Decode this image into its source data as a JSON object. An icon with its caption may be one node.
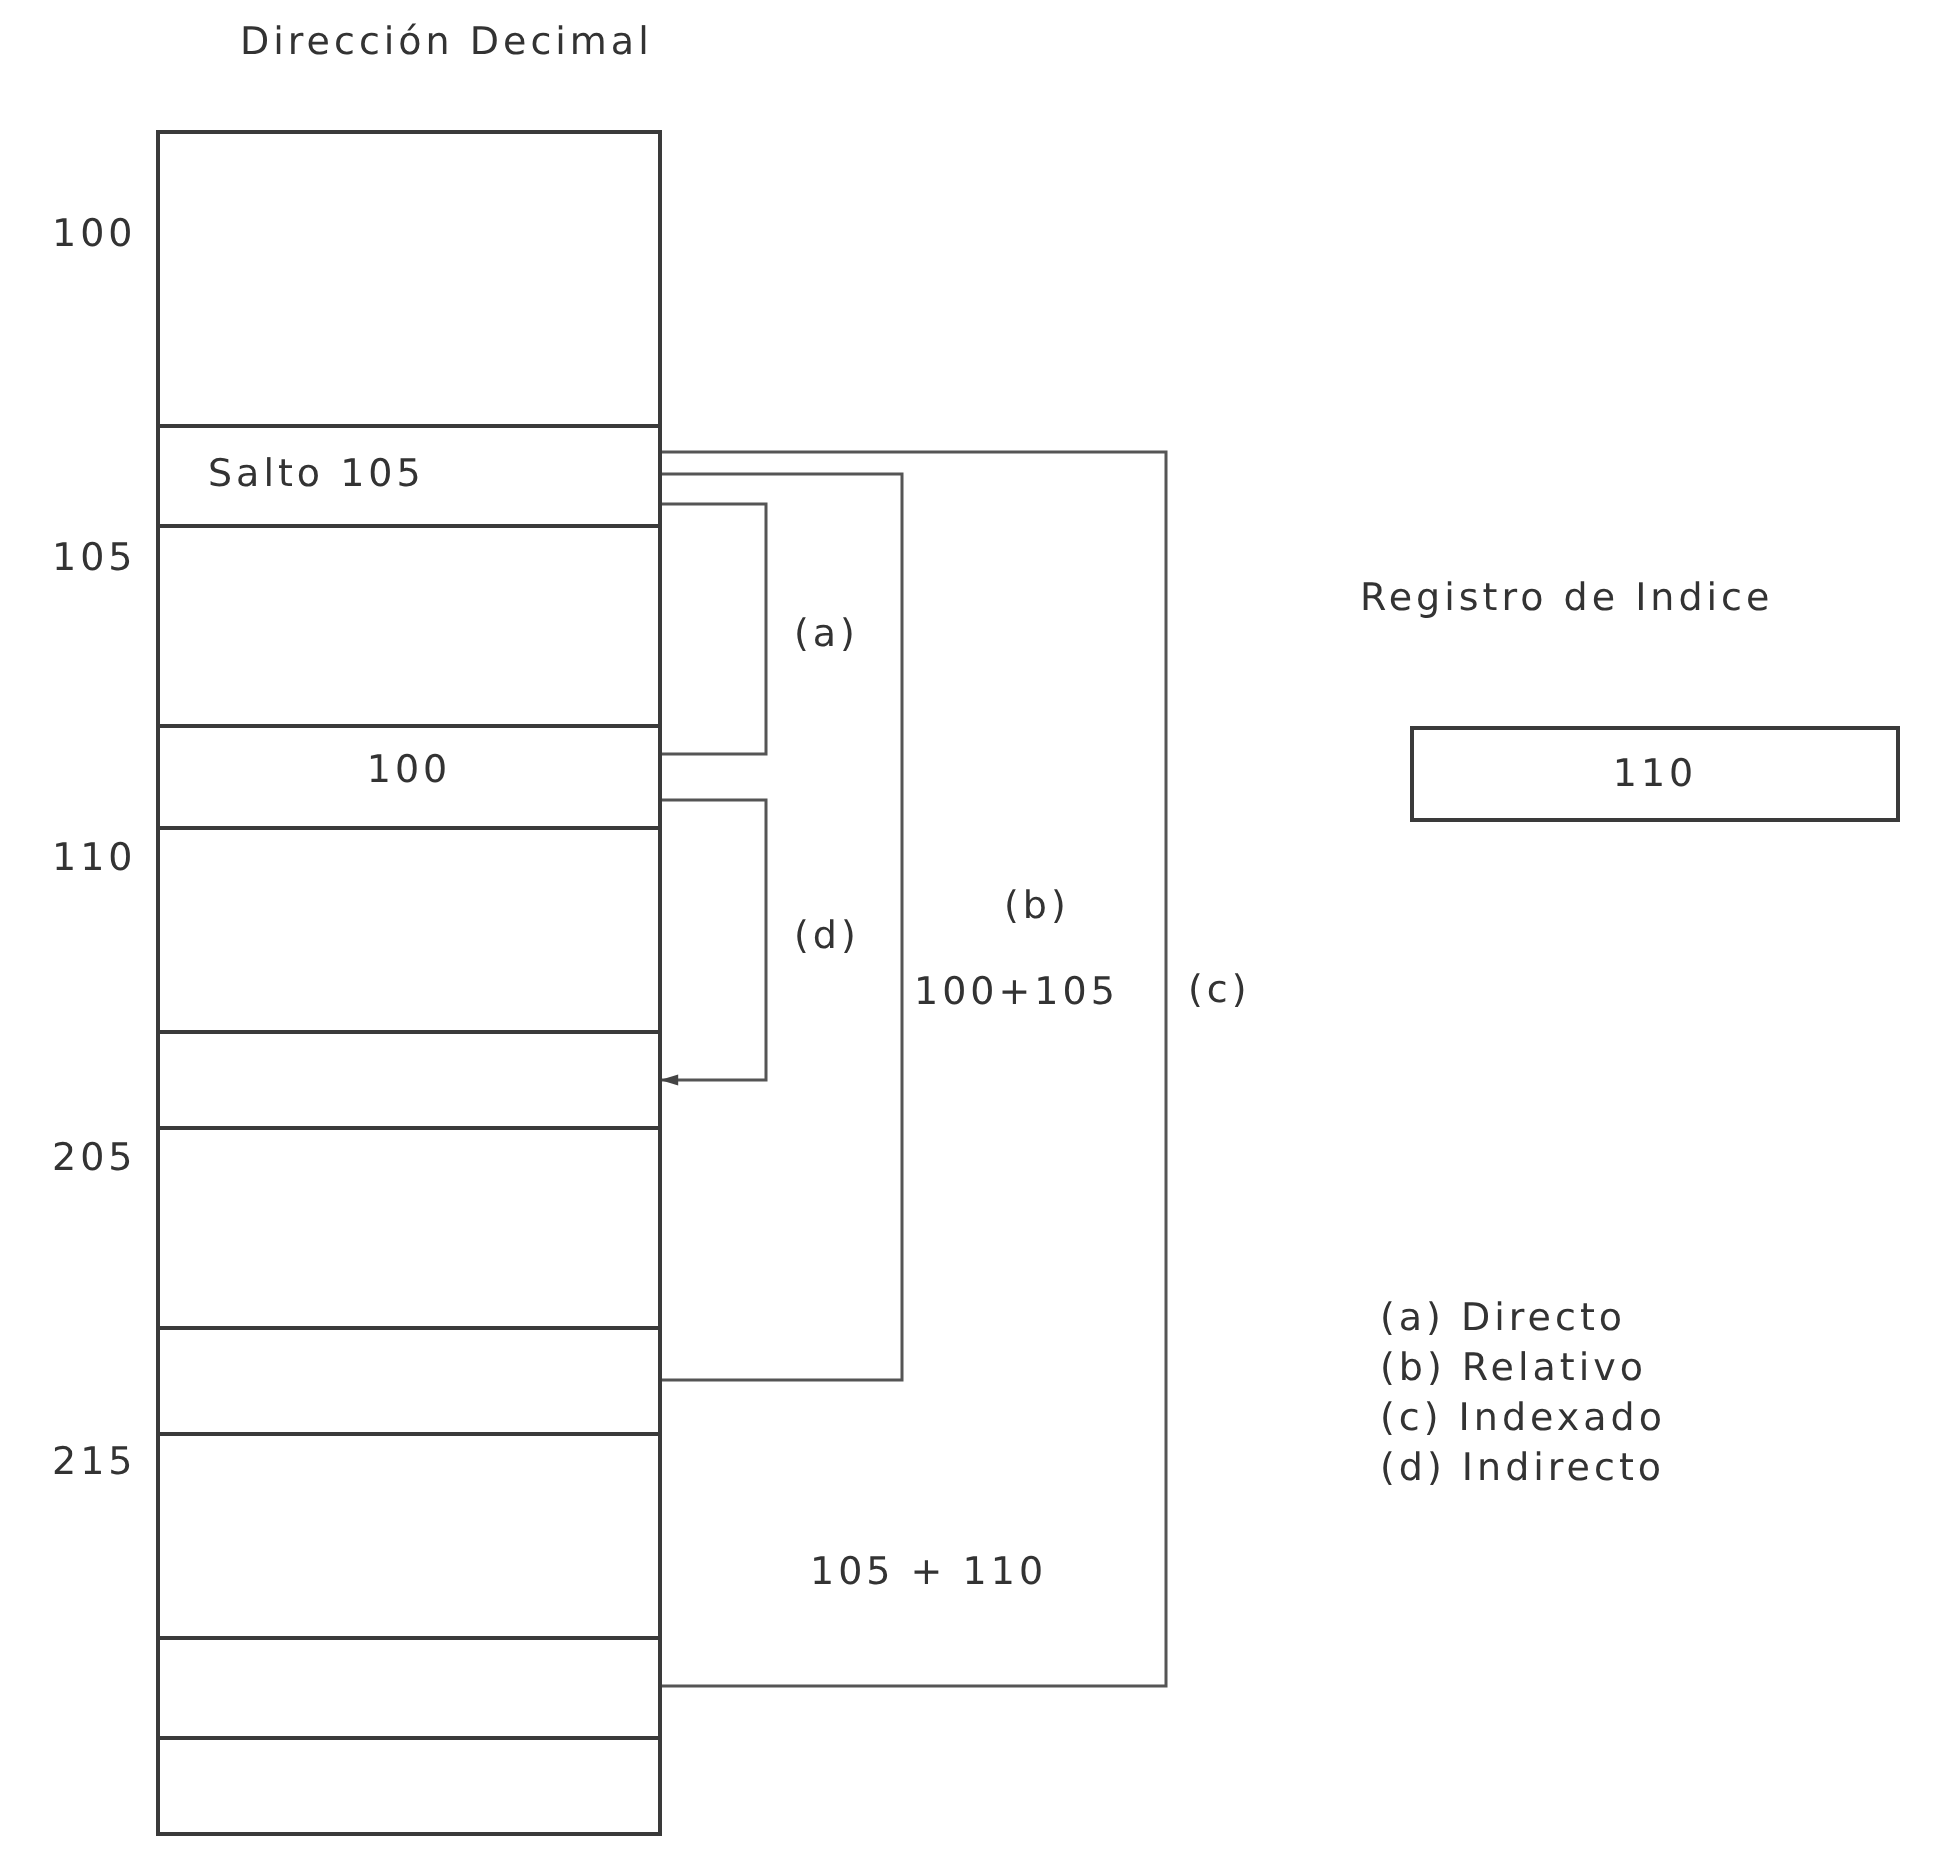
{
  "diagram": {
    "title": "Dirección Decimal",
    "nodes": [
      {
        "text": [],
        "shape": "box"
      },
      {
        "text": [
          "Salto 105"
        ]
      },
      {
        "text": [],
        "shape": "box"
      },
      {
        "text": [
          "100"
        ]
      },
      {
        "text": [],
        "shape": "box"
      },
      {
        "text": [],
        "shape": "box"
      },
      {
        "text": [],
        "shape": "box"
      },
      {
        "text": [],
        "shape": "box"
      },
      {
        "text": [],
        "shape": "box"
      },
      {
        "text": [],
        "shape": "box"
      },
      {
        "text": [],
        "shape": "box"
      },
      {
        "text": [
          "Registro de Indice",
          "110"
        ]
      }
    ],
    "edges": [
      {
        "from": 1,
        "to": 3,
        "arrow": "none",
        "label": "(a)"
      },
      {
        "from": 3,
        "to": 5,
        "arrow": "to",
        "label": "(d)"
      },
      {
        "from": 1,
        "to": 7,
        "arrow": "none",
        "label": "(b)"
      },
      {
        "from": 1,
        "to": 9,
        "arrow": "none",
        "label": "(c)"
      }
    ],
    "labels": [
      "100",
      "105",
      "110",
      "205",
      "215",
      "100+105",
      "105 + 110",
      "(a) Directo",
      "(b) Relativo",
      "(c) Indexado",
      "(d) Indirecto"
    ]
  }
}
